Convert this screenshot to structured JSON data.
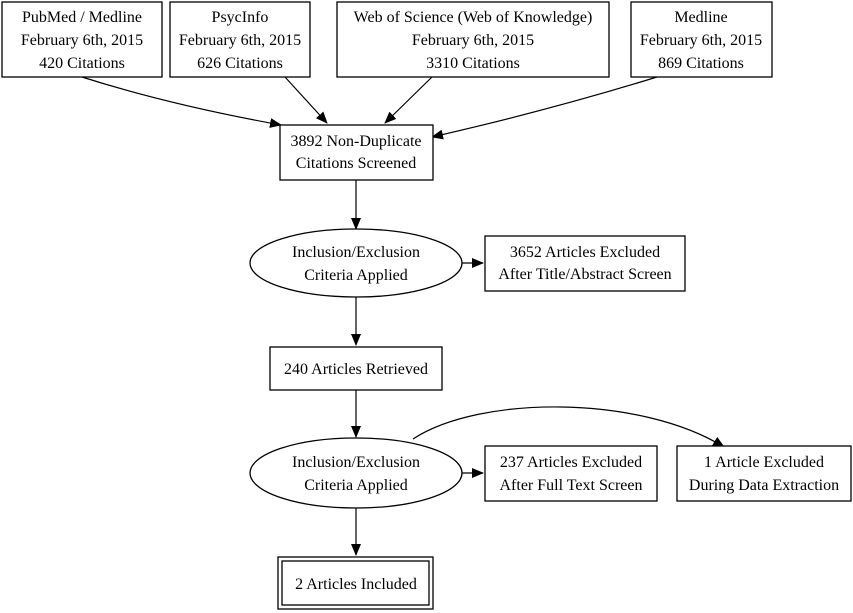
{
  "colors": {
    "background": "#ffffff",
    "stroke": "#000000",
    "text": "#000000"
  },
  "sources": [
    {
      "database": "PubMed / Medline",
      "date": "February 6th, 2015",
      "citations": "420 Citations"
    },
    {
      "database": "PsycInfo",
      "date": "February 6th, 2015",
      "citations": "626 Citations"
    },
    {
      "database": "Web of Science (Web of Knowledge)",
      "date": "February 6th, 2015",
      "citations": "3310 Citations"
    },
    {
      "database": "Medline",
      "date": "February 6th, 2015",
      "citations": "869 Citations"
    }
  ],
  "screened": {
    "line1": "3892 Non-Duplicate",
    "line2": "Citations Screened"
  },
  "criteria_1": {
    "line1": "Inclusion/Exclusion",
    "line2": "Criteria Applied"
  },
  "excluded_1": {
    "line1": "3652 Articles Excluded",
    "line2": "After Title/Abstract Screen"
  },
  "retrieved": {
    "label": "240 Articles Retrieved"
  },
  "criteria_2": {
    "line1": "Inclusion/Exclusion",
    "line2": "Criteria Applied"
  },
  "excluded_2": {
    "line1": "237 Articles Excluded",
    "line2": "After Full Text Screen"
  },
  "excluded_3": {
    "line1": "1 Article Excluded",
    "line2": "During Data Extraction"
  },
  "included": {
    "label": "2 Articles Included"
  }
}
